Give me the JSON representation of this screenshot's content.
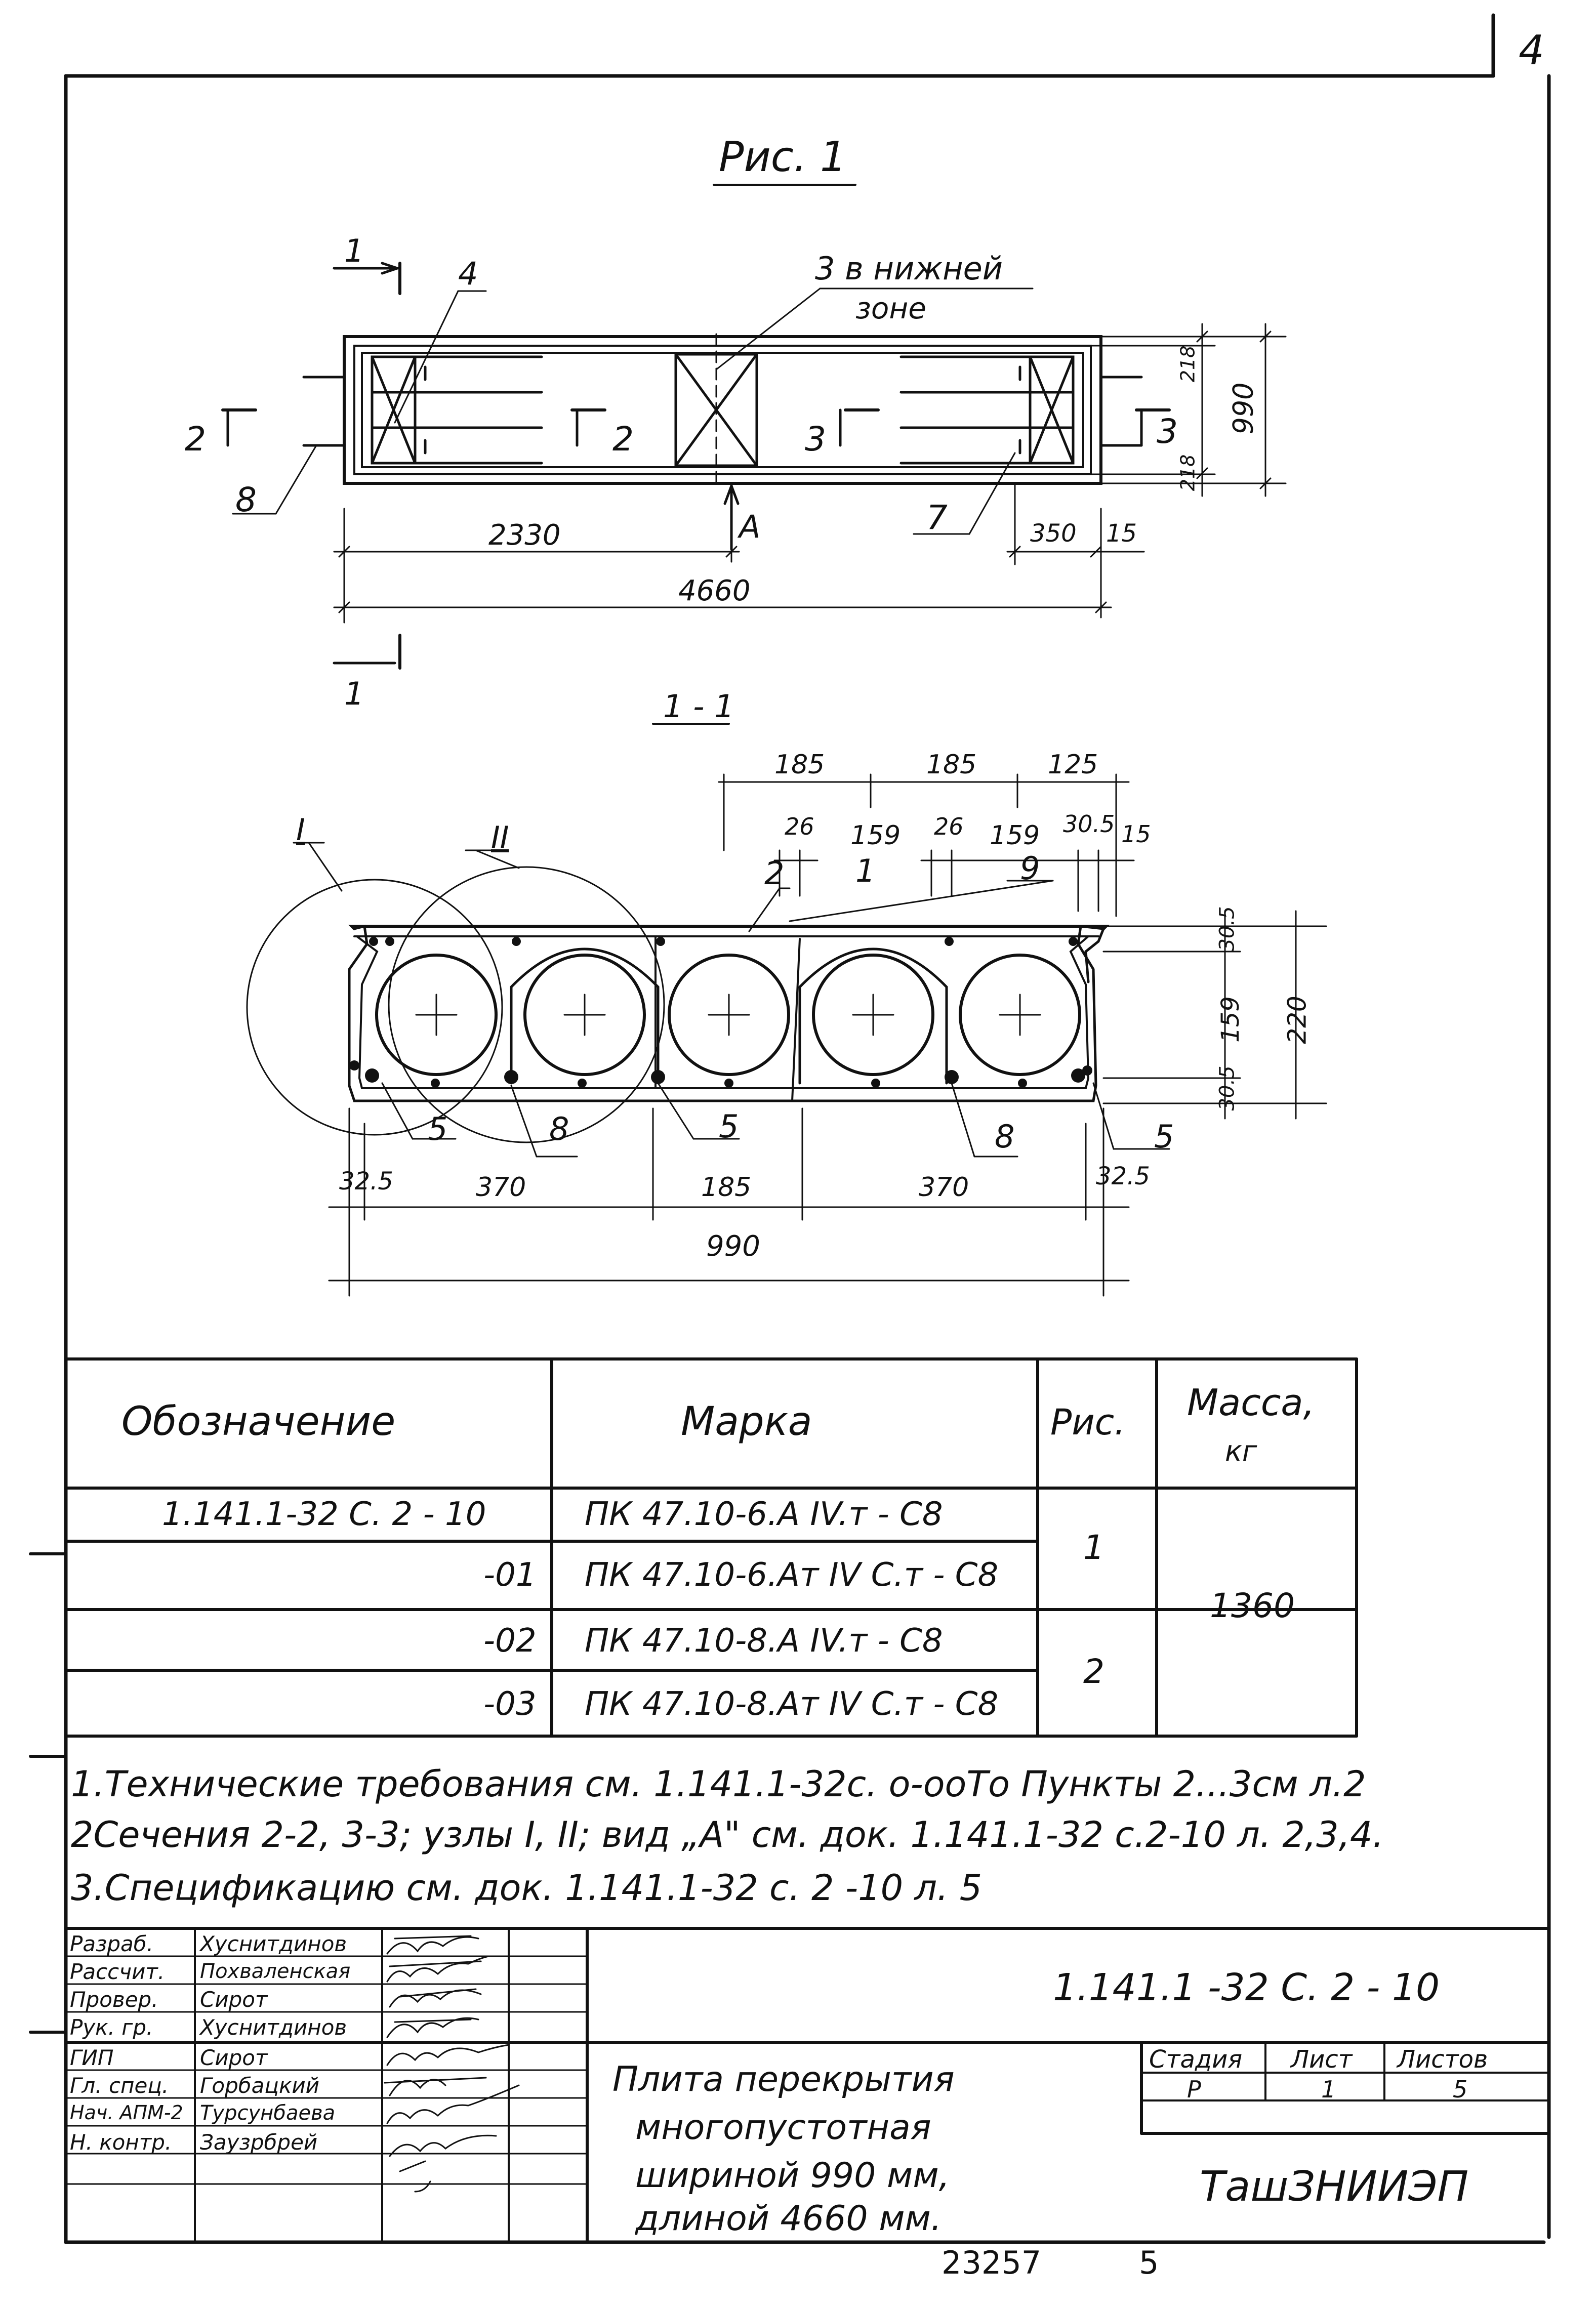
{
  "sheet": {
    "corner_number": "4",
    "footer_left": "23257",
    "footer_right": "5"
  },
  "figure": {
    "title": "Рис. 1",
    "plan": {
      "callouts": {
        "c3": "3 в нижней",
        "c3b": "зоне",
        "c4": "4",
        "c7": "7",
        "c8": "8"
      },
      "section_marks": {
        "s1_top": "1",
        "s1_bot": "1",
        "s2_left": "2",
        "s2_right": "2",
        "s3_left": "3",
        "s3_right": "3",
        "view": "А"
      },
      "dims": {
        "half_len": "2330",
        "full_len": "4660",
        "d350": "350",
        "d15": "15",
        "d218a": "218",
        "d218b": "218",
        "d990": "990"
      }
    },
    "section": {
      "title": "1 - 1",
      "dims_top": {
        "d185a": "185",
        "d185b": "185",
        "d125": "125",
        "d26a": "26",
        "d159a": "159",
        "d26b": "26",
        "d159b": "159",
        "d30_5": "30.5",
        "d15": "15"
      },
      "dims_right": {
        "d30_5a": "30.5",
        "d159": "159",
        "d30_5b": "30.5",
        "d220": "220"
      },
      "dims_bottom": {
        "d32_5a": "32.5",
        "d370a": "370",
        "d185": "185",
        "d370b": "370",
        "d32_5b": "32.5",
        "total": "990"
      },
      "nodes": {
        "n1": "I",
        "n2": "II"
      },
      "callouts": {
        "c2": "2",
        "c1": "1",
        "c9": "9",
        "c5a": "5",
        "c8a": "8",
        "c5b": "5",
        "c8b": "8",
        "c5c": "5"
      }
    }
  },
  "table": {
    "headers": {
      "designation": "Обозначение",
      "mark": "Марка",
      "fig": "Рис.",
      "mass": "Масса,",
      "mass_unit": "кг"
    },
    "rows": [
      {
        "designation": "1.141.1-32 С. 2 - 10",
        "mark": "ПК 47.10-6.А IV.т - С8"
      },
      {
        "designation": "-01",
        "mark": "ПК 47.10-6.Ат IV С.т - С8"
      },
      {
        "designation": "-02",
        "mark": "ПК 47.10-8.А IV.т - С8"
      },
      {
        "designation": "-03",
        "mark": "ПК 47.10-8.Ат IV С.т - С8"
      }
    ],
    "fig_values": [
      "1",
      "2"
    ],
    "mass_value": "1360"
  },
  "notes": [
    "1.Технические требования см. 1.141.1-32с. о-ооТо Пункты 2...3см л.2",
    "2Сечения 2-2, 3-3; узлы I, II; вид „А\" см. док. 1.141.1-32 с.2-10 л. 2,3,4.",
    "3.Спецификацию см. док. 1.141.1-32 с. 2 -10 л. 5"
  ],
  "stamp": {
    "roles": [
      "Разраб.",
      "Рассчит.",
      "Провер.",
      "Рук. гр.",
      "ГИП",
      "Гл. спец.",
      "Нач. АПМ-2",
      "Н. контр."
    ],
    "names": [
      "Хуснитдинов",
      "Похваленская",
      "Сирот",
      "Хуснитдинов",
      "Сирот",
      "Горбацкий",
      "Турсунбаева",
      "Заузрбрей"
    ],
    "doc_code": "1.141.1 -32 С. 2 - 10",
    "title_lines": [
      "Плита перекрытия",
      "многопустотная",
      "шириной 990 мм,",
      "длиной 4660 мм."
    ],
    "stage_label": "Стадия",
    "sheet_label": "Лист",
    "sheets_label": "Листов",
    "stage": "Р",
    "sheet": "1",
    "sheets": "5",
    "org": "ТашЗНИИЭП"
  }
}
